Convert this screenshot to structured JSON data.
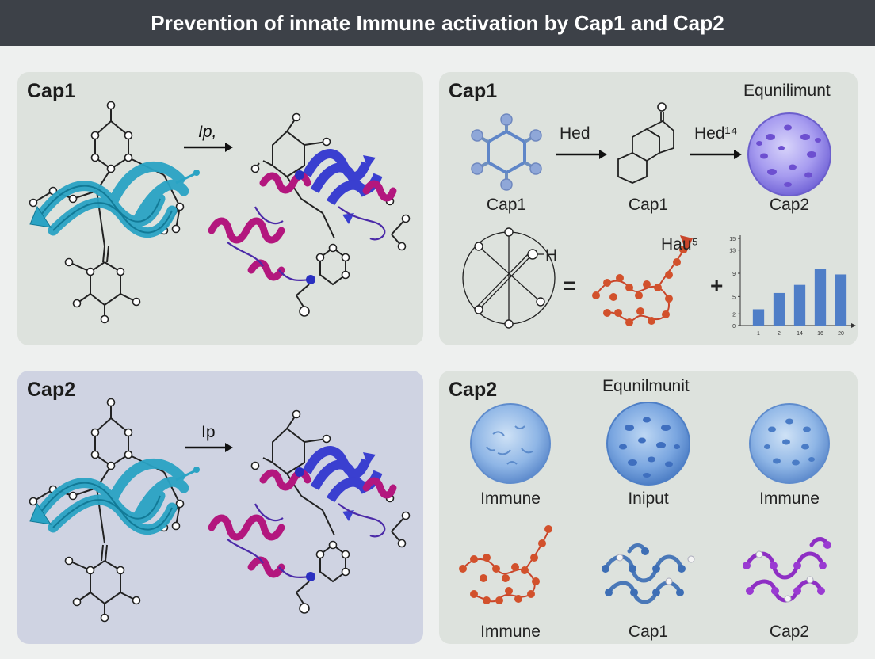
{
  "header": {
    "title": "Prevention of innate Immune activation by Cap1 and Cap2"
  },
  "panels": {
    "top_left": {
      "title": "Cap1",
      "arrow_label": "Ip,"
    },
    "top_right": {
      "title": "Cap1",
      "corner_label": "Equnilimunt",
      "arrow1_label": "Hed",
      "arrow2_label": "Hed¹⁴",
      "items": [
        "Cap1",
        "Cap1",
        "Cap2"
      ],
      "ring_label": "H",
      "equals": "=",
      "plus": "+",
      "chain_label": "Hau⁵"
    },
    "bottom_left": {
      "title": "Cap2",
      "arrow_label": "Ip"
    },
    "bottom_right": {
      "title": "Cap2",
      "corner_label": "Equnilmunit",
      "row1": [
        "Immune",
        "Iniput",
        "Immune"
      ],
      "row2": [
        "Immune",
        "Cap1",
        "Cap2"
      ]
    }
  },
  "colors": {
    "header_bg": "#3d4148",
    "ribbon_cyan": "#2aa3c4",
    "ribbon_blue": "#3a3fd0",
    "helix_magenta": "#b3177e",
    "atom_orange": "#d2512c",
    "cell_blue": "#6f9fd8",
    "cell_purple": "#8c7de0",
    "bar_blue": "#4f7ec7"
  },
  "chart_data": {
    "type": "bar",
    "categories": [
      "1",
      "2",
      "14",
      "16",
      "20"
    ],
    "values": [
      2.8,
      5.6,
      7.0,
      9.7,
      8.8
    ],
    "yticks": [
      "0",
      "2",
      "5",
      "9",
      "13",
      "15"
    ],
    "ylim": [
      0,
      15
    ],
    "title": "",
    "xlabel": "",
    "ylabel": ""
  }
}
